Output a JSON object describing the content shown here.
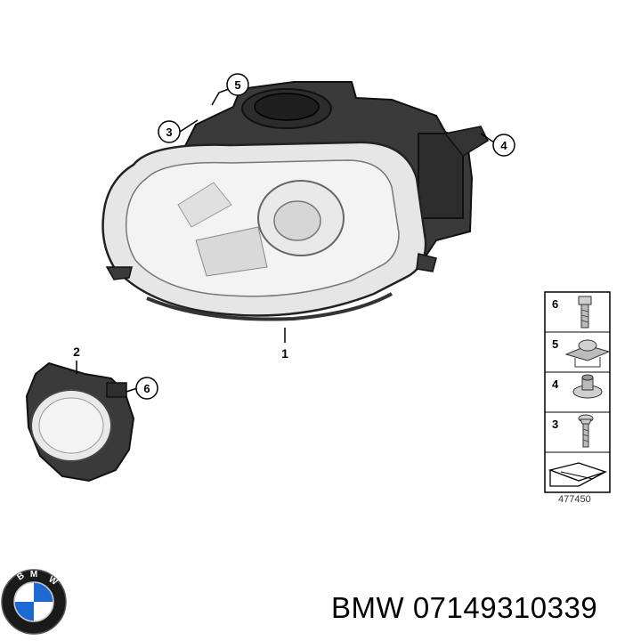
{
  "callouts": {
    "headlight": "1",
    "fog_light": "2",
    "screw": "3",
    "clip_nut": "4",
    "nut_clip": "5",
    "bolt": "6"
  },
  "legend": [
    {
      "number": "6",
      "icon": "bolt-icon"
    },
    {
      "number": "5",
      "icon": "speed-nut-icon"
    },
    {
      "number": "4",
      "icon": "expanding-nut-icon"
    },
    {
      "number": "3",
      "icon": "screw-icon"
    }
  ],
  "diagram_number": "477450",
  "logo": {
    "brand": "BMW",
    "colors": {
      "blue": "#1c69d4",
      "ring": "#1a1a1a"
    }
  },
  "caption": "BMW 07149310339"
}
